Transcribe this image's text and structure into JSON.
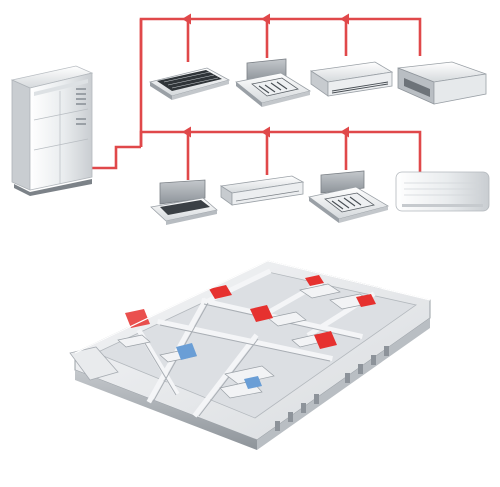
{
  "colors": {
    "pipe": "#e0484a",
    "unit_light": "#f1f3f4",
    "unit_mid": "#d7dadd",
    "unit_dark": "#7b8086",
    "grille": "#50565c",
    "floor": "#dcdfe3",
    "wall_top": "#f6f7f8",
    "wall_side": "#a7acb2",
    "hot": "#e6312f",
    "cold": "#6a9ed6"
  },
  "icons": {
    "outdoor_unit": "vrf-outdoor-unit-icon",
    "cassette_4way": "four-way-cassette-icon",
    "ceiling_suspended": "ceiling-suspended-unit-icon",
    "duct": "ducted-unit-icon",
    "wall_mounted": "wall-mounted-unit-icon",
    "arrow": "flow-arrow-icon",
    "floor_plan": "building-floor-plan-icon"
  },
  "indoor_units": [
    {
      "row": 1,
      "kind": "cassette_1way"
    },
    {
      "row": 1,
      "kind": "cassette_4way"
    },
    {
      "row": 1,
      "kind": "ceiling_suspended"
    },
    {
      "row": 1,
      "kind": "duct"
    },
    {
      "row": 2,
      "kind": "cassette_1way"
    },
    {
      "row": 2,
      "kind": "ceiling_suspended"
    },
    {
      "row": 2,
      "kind": "cassette_4way"
    },
    {
      "row": 2,
      "kind": "wall_mounted"
    }
  ],
  "room_states": [
    "hot",
    "hot",
    "hot",
    "hot",
    "hot",
    "cold",
    "cold"
  ]
}
